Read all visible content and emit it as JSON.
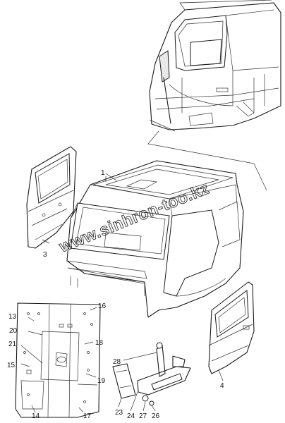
{
  "watermark": "www.sinhron-too.kz",
  "labels": {
    "l1": "1",
    "l3": "3",
    "l4": "4",
    "l13": "13",
    "l14": "14",
    "l15": "15",
    "l16": "16",
    "l17": "17",
    "l18": "18",
    "l19": "19",
    "l20": "20",
    "l21": "21",
    "l23": "23",
    "l24": "24",
    "l26": "26",
    "l27": "27",
    "l28": "28"
  }
}
